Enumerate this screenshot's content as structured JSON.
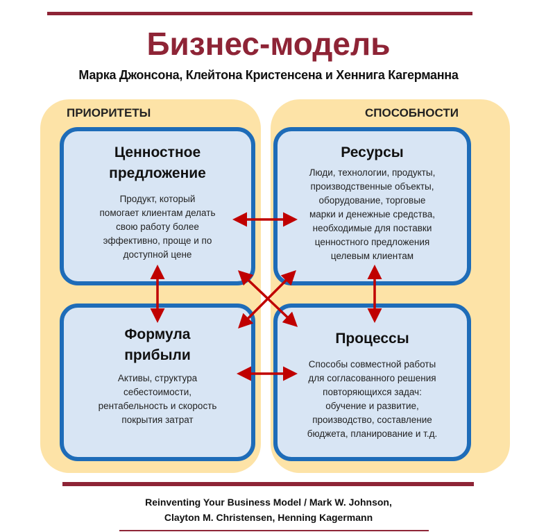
{
  "title": "Бизнес-модель",
  "subtitle": "Марка Джонсона, Клейтона Кристенсена и Хеннига Кагерманна",
  "panels": {
    "left_label": "ПРИОРИТЕТЫ",
    "right_label": "СПОСОБНОСТИ"
  },
  "boxes": {
    "value": {
      "title": "Ценностное\nпредложение",
      "text": "Продукт, который\nпомогает клиентам делать\nсвою работу более\nэффективно, проще и по\nдоступной цене"
    },
    "resources": {
      "title": "Ресурсы",
      "text": "Люди, технологии, продукты,\nпроизводственные объекты,\nоборудование, торговые\nмарки и денежные средства,\nнеобходимые для поставки\nценностного предложения\nцелевым клиентам"
    },
    "profit": {
      "title": "Формула\nприбыли",
      "text": "Активы, структура\nсебестоимости,\nрентабельность и скорость\nпокрытия затрат"
    },
    "processes": {
      "title": "Процессы",
      "text": "Способы совместной работы\nдля согласованного решения\nповторяющихся задач:\nобучение и развитие,\nпроизводство, составление\nбюджета, планирование и т.д."
    }
  },
  "credits": "Reinventing Your Business Model / Mark W. Johnson,\nClayton M. Christensen, Henning Kagermann",
  "colors": {
    "accent": "#8e2436",
    "panel": "#fde3a7",
    "box_border": "#1e6cb8",
    "box_fill": "#d8e5f4",
    "arrow": "#c00000"
  }
}
